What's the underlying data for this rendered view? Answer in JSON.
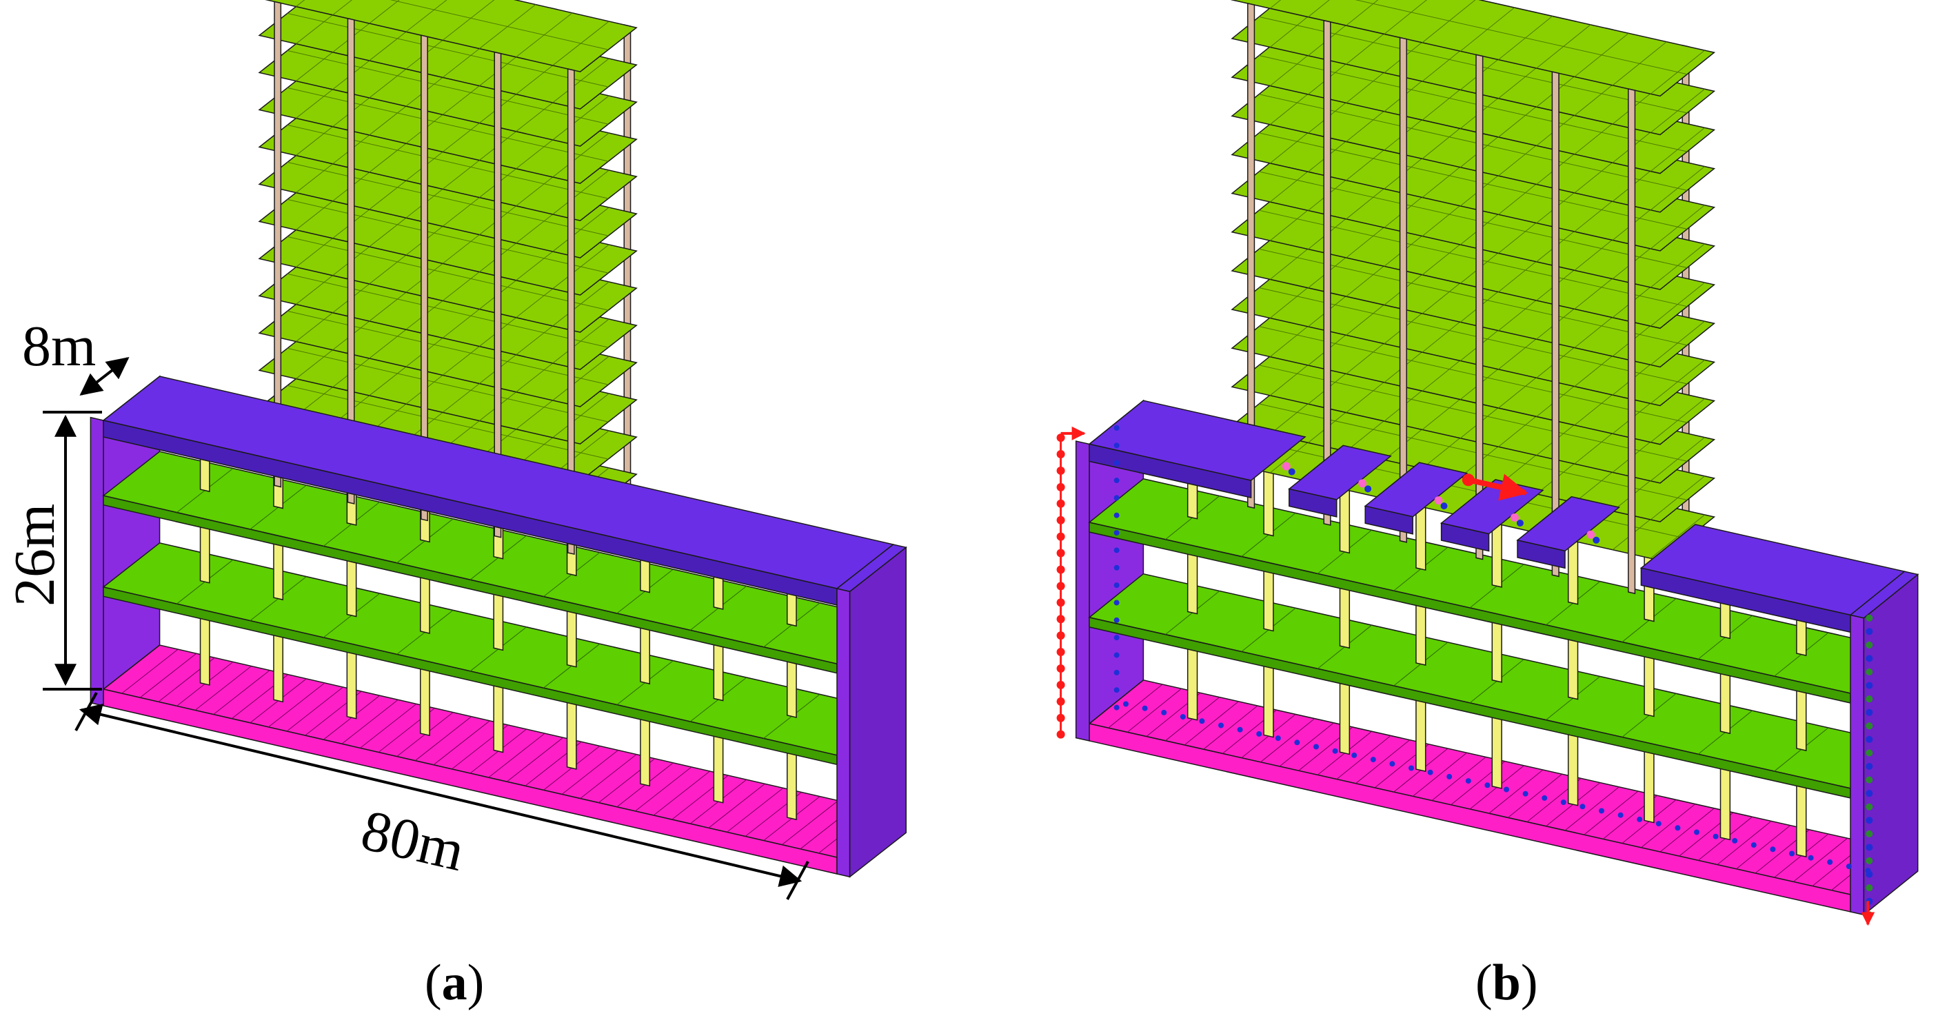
{
  "panels": {
    "a": {
      "caption_open": "(",
      "caption_letter": "a",
      "caption_close": ")",
      "dim_width": "8m",
      "dim_height": "26m",
      "dim_length": "80m"
    },
    "b": {
      "caption_open": "(",
      "caption_letter": "b",
      "caption_close": ")"
    }
  },
  "colors": {
    "tower_slab": "#8ad000",
    "station_slab": "#5ecf00",
    "roof": "#6a2ee6",
    "side_wall": "#8a2be2",
    "base_slab": "#ff1fc7",
    "station_column": "#f0f07a",
    "tower_column": "#d9b8a0",
    "load_arrow": "#ff1a1a",
    "spring": "#1f2fd6",
    "outline": "#1a1a1a"
  }
}
